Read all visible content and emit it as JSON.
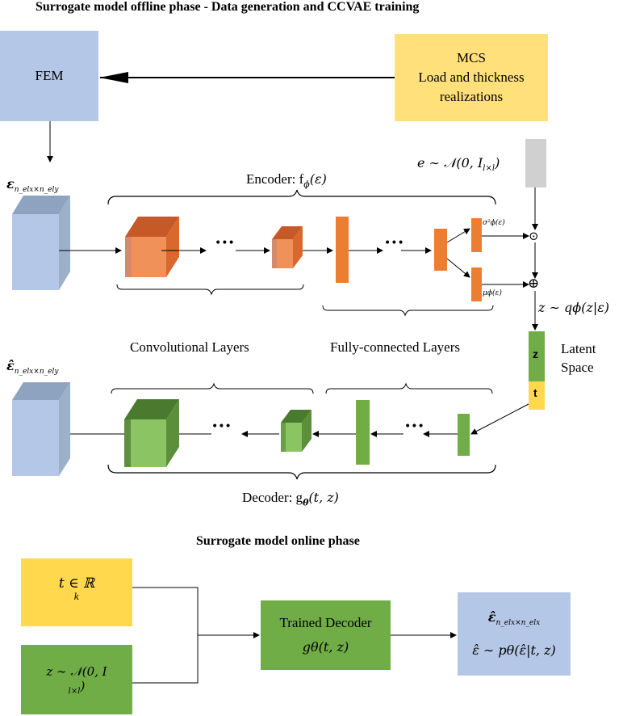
{
  "offline": {
    "title": "Surrogate model offline phase - Data generation and CCVAE training",
    "fem_label": "FEM",
    "mcs_title": "MCS",
    "mcs_line1": "Load and thickness",
    "mcs_line2": "realizations",
    "noise_label": "e ∼ 𝒩(0, I",
    "noise_sub": "l×l",
    "input_label": "ε",
    "input_sub": "n_elx×n_ely",
    "encoder_label": "Encoder: f",
    "encoder_phi": "ϕ",
    "encoder_arg": "(ε)",
    "sigma_label": "σ²ϕ(ε)",
    "mu_label": "μϕ(ε)",
    "latent_sample": "z ∼ qϕ(z|ε)",
    "latent_z": "z",
    "latent_t": "t",
    "latent_caption_1": "Latent",
    "latent_caption_2": "Space",
    "conv_layers": "Convolutional Layers",
    "fc_layers": "Fully-connected Layers",
    "output_label": "ε̂",
    "output_sub": "n_elx×n_ely",
    "decoder_label": "Decoder: g",
    "decoder_theta": "θ",
    "decoder_arg": "(t, z)",
    "ellipsis": "•••",
    "odot": "⊙",
    "oplus": "⊕"
  },
  "online": {
    "title": "Surrogate model online phase",
    "t_box": "t ∈ ℝ",
    "t_sup": "k",
    "z_box": "z ∼ 𝒩(0, I",
    "z_sub": "l×l",
    "decoder_title": "Trained Decoder",
    "decoder_formula": "gθ(t, z)",
    "output_line1": "ε̂",
    "output_sub": "n_elx×n_elx",
    "output_line2": "ε̂ ∼ pθ(ε̂|t, z)"
  },
  "colors": {
    "blue_box": "#b4c7e7",
    "yellow_box": "#ffe07a",
    "gray_box": "#d0d0d0",
    "orange": "#ed7d31",
    "green": "#70ad47",
    "yellow_t": "#ffd84d"
  }
}
